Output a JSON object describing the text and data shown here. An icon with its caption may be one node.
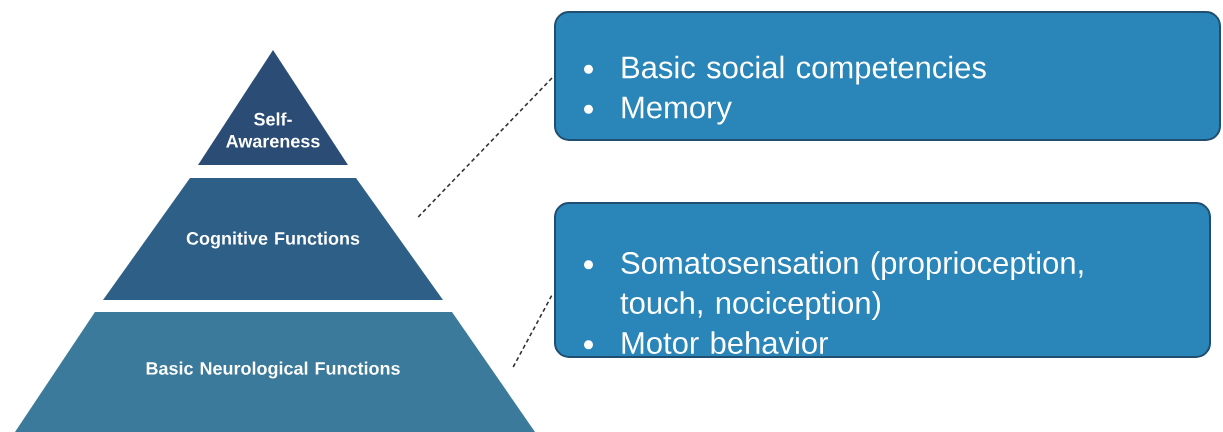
{
  "diagram": {
    "nodes": [
      {
        "text": [
          "Self-Awareness"
        ]
      },
      {
        "text": [
          "Cognitive Functions"
        ]
      },
      {
        "text": [
          "Basic Neurological Functions"
        ]
      },
      {
        "text": [
          "Basic social competencies",
          "Memory"
        ]
      },
      {
        "text": [
          "Somatosensation (proprioception, touch, nociception)",
          "Motor behavior"
        ]
      }
    ],
    "edges": [
      {
        "from": 1,
        "to": 3,
        "arrow": "none",
        "style": "dashed"
      },
      {
        "from": 2,
        "to": 4,
        "arrow": "none",
        "style": "dashed"
      }
    ]
  }
}
